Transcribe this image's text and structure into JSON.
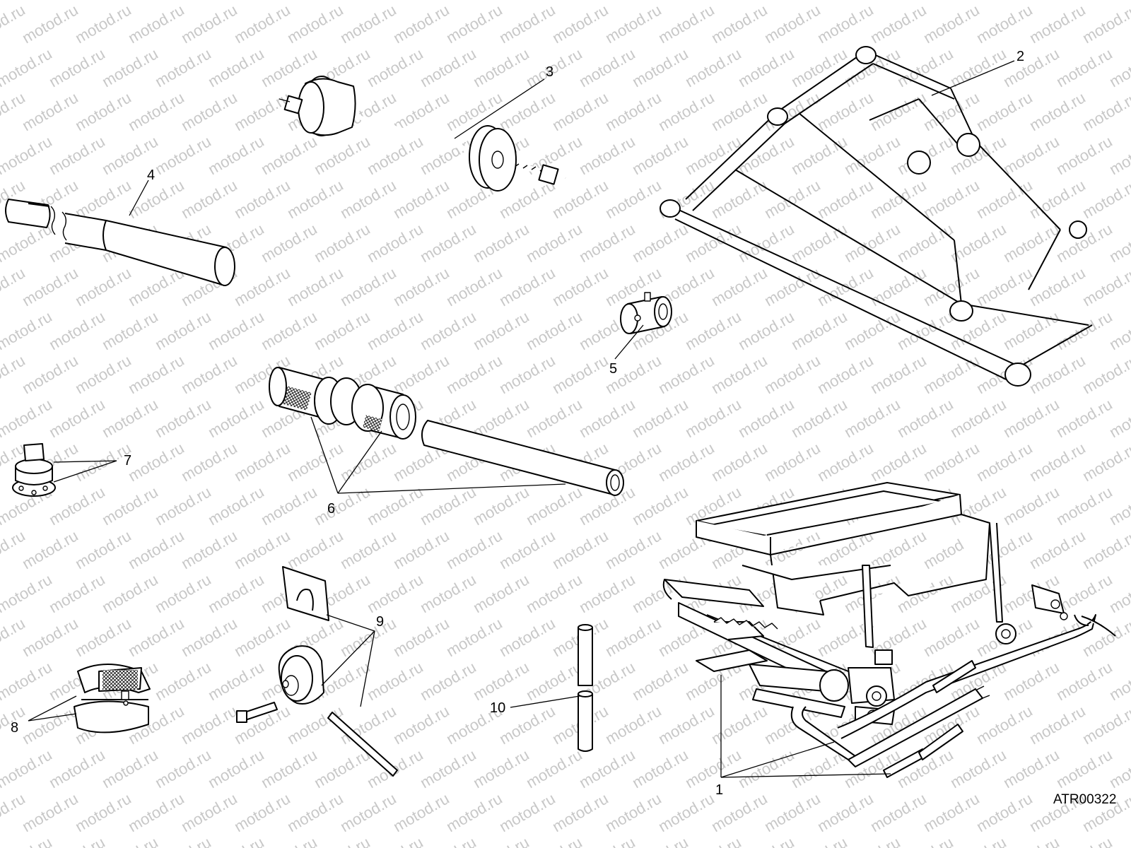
{
  "watermark": {
    "text": "motod.ru",
    "color": "#c8c8c8"
  },
  "drawing_code": "ATR00322",
  "callouts": [
    {
      "id": "1",
      "label": "1"
    },
    {
      "id": "2",
      "label": "2"
    },
    {
      "id": "3",
      "label": "3"
    },
    {
      "id": "4",
      "label": "4"
    },
    {
      "id": "5",
      "label": "5"
    },
    {
      "id": "6",
      "label": "6"
    },
    {
      "id": "7",
      "label": "7"
    },
    {
      "id": "8",
      "label": "8"
    },
    {
      "id": "9",
      "label": "9"
    },
    {
      "id": "10",
      "label": "10"
    }
  ]
}
